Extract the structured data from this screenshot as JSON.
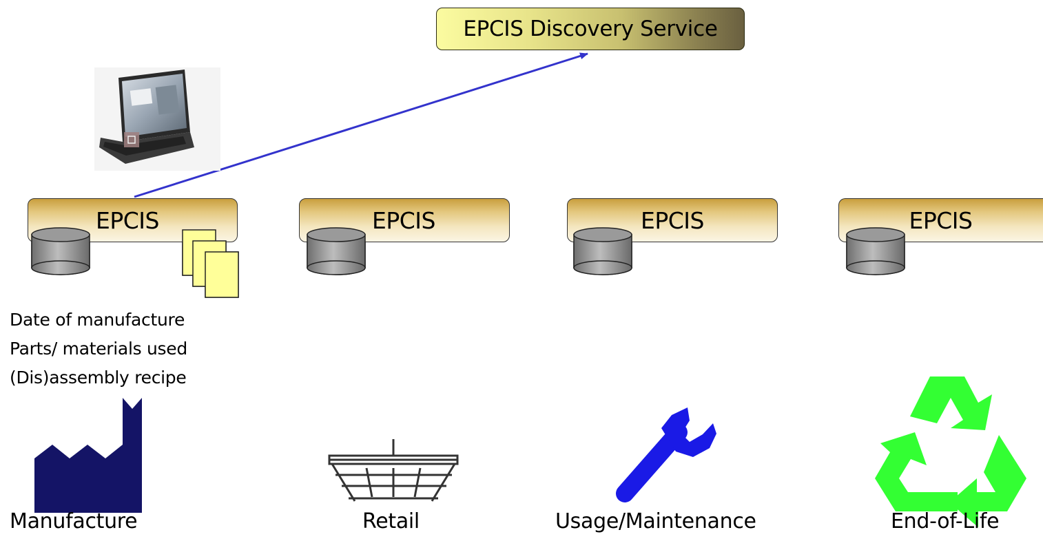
{
  "discovery_service": {
    "label": "EPCIS Discovery Service"
  },
  "epcis_nodes": [
    {
      "label": "EPCIS"
    },
    {
      "label": "EPCIS"
    },
    {
      "label": "EPCIS"
    },
    {
      "label": "EPCIS"
    }
  ],
  "manufacture_notes": [
    "Date of manufacture",
    "Parts/ materials used",
    "(Dis)assembly recipe"
  ],
  "stages": [
    {
      "label": "Manufacture",
      "icon": "factory-icon"
    },
    {
      "label": "Retail",
      "icon": "basket-icon"
    },
    {
      "label": "Usage/Maintenance",
      "icon": "wrench-icon"
    },
    {
      "label": "End-of-Life",
      "icon": "recycle-icon"
    }
  ],
  "colors": {
    "arrow": "#3333cc",
    "factory": "#141466",
    "wrench": "#1a1ae6",
    "recycle": "#33ff33",
    "documents": "#ffff99"
  }
}
